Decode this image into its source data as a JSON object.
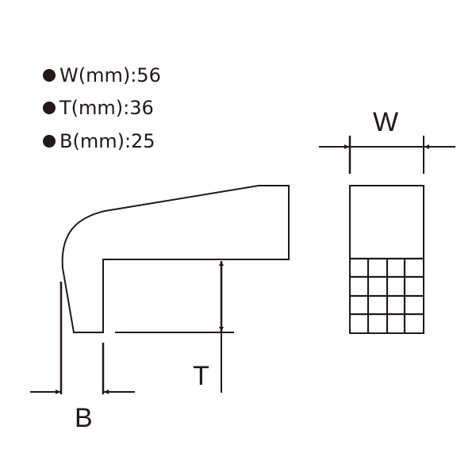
{
  "specs": [
    {
      "label": "W(mm):56"
    },
    {
      "label": "T(mm):36"
    },
    {
      "label": "B(mm):25"
    }
  ],
  "dimension_labels": {
    "w": "W",
    "t": "T",
    "b": "B"
  },
  "colors": {
    "line": "#231815"
  }
}
